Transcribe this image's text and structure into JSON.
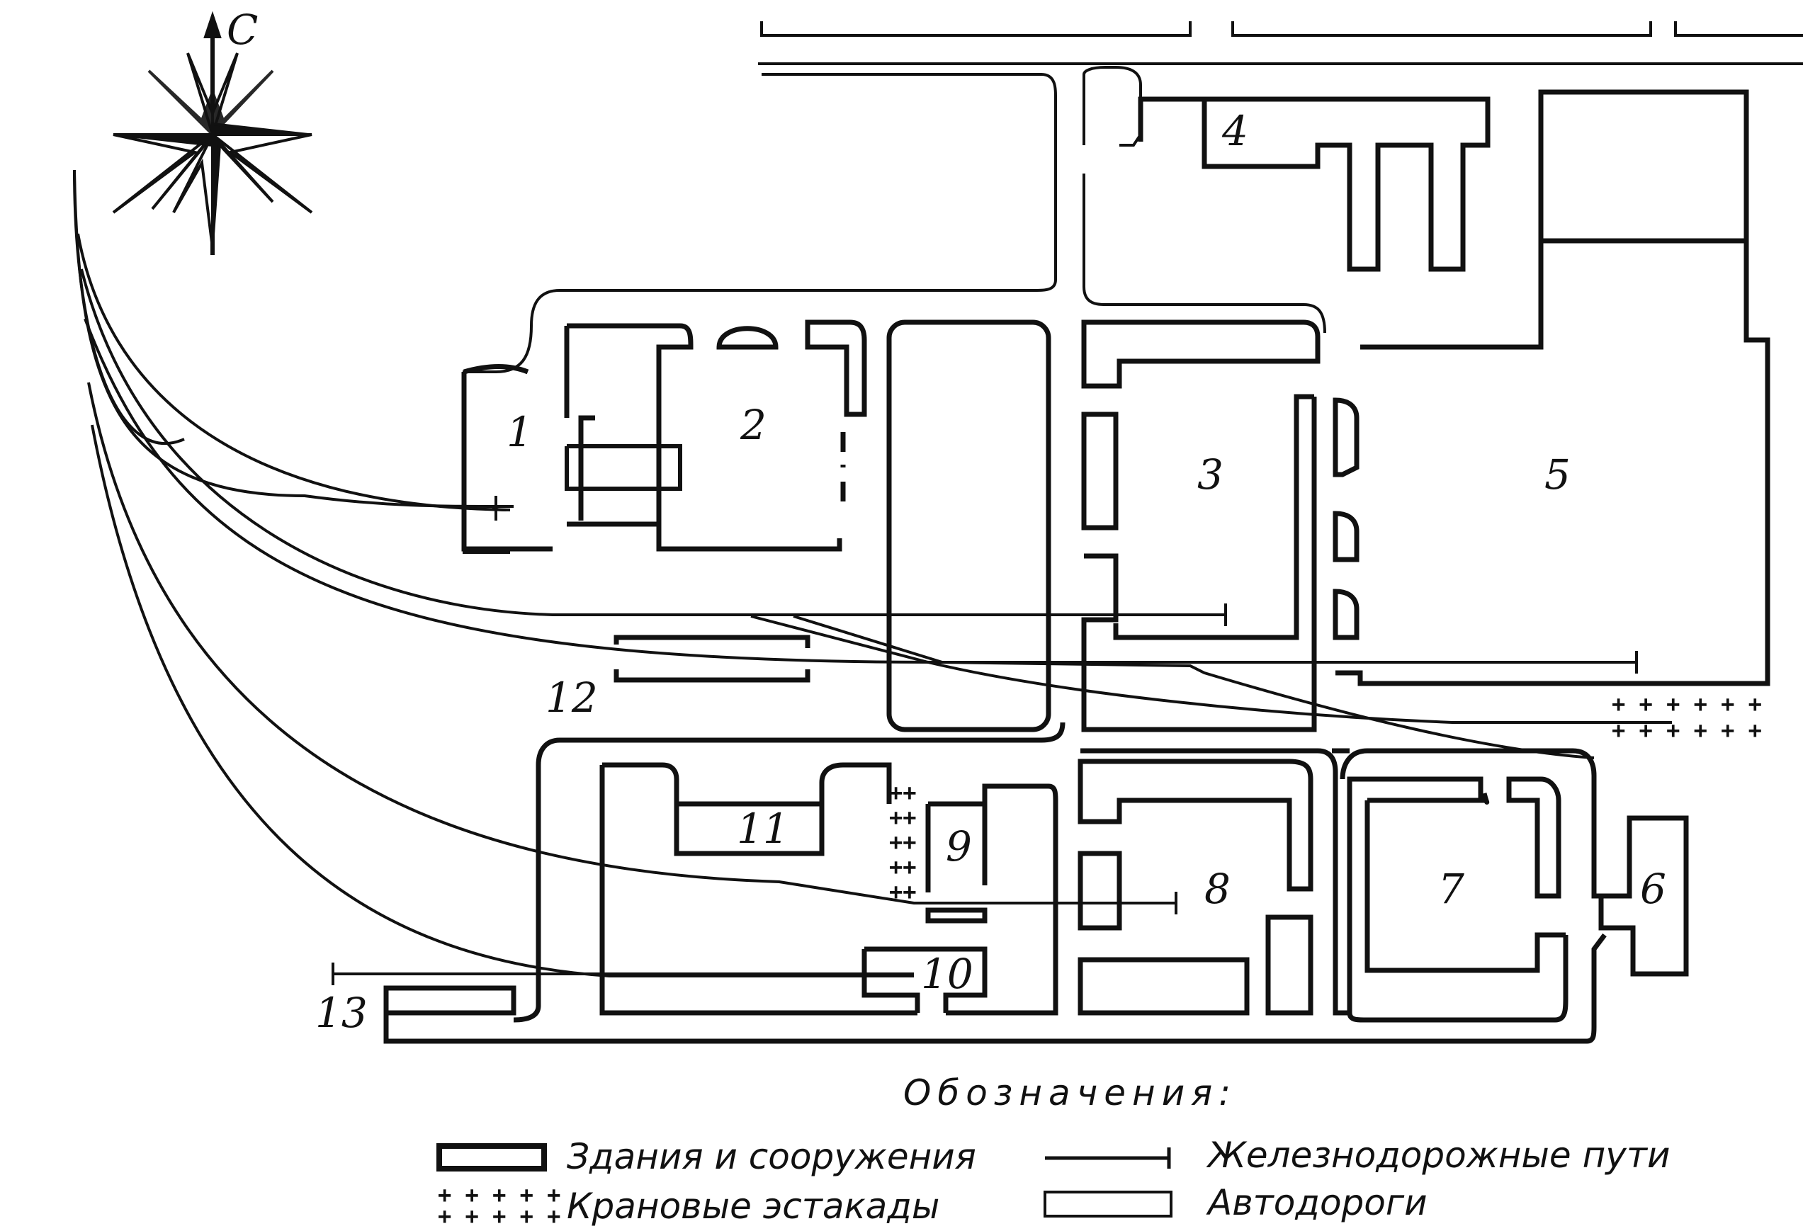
{
  "compass": {
    "north_label": "С",
    "icon": "compass-rose-icon"
  },
  "buildings": [
    {
      "id": "1",
      "label": "1"
    },
    {
      "id": "2",
      "label": "2"
    },
    {
      "id": "3",
      "label": "3"
    },
    {
      "id": "4",
      "label": "4"
    },
    {
      "id": "5",
      "label": "5"
    },
    {
      "id": "6",
      "label": "6"
    },
    {
      "id": "7",
      "label": "7"
    },
    {
      "id": "8",
      "label": "8"
    },
    {
      "id": "9",
      "label": "9"
    },
    {
      "id": "10",
      "label": "10"
    },
    {
      "id": "11",
      "label": "11"
    },
    {
      "id": "12",
      "label": "12"
    },
    {
      "id": "13",
      "label": "13"
    }
  ],
  "legend": {
    "title": "Обозначения:",
    "items": [
      {
        "key": "buildings",
        "label": "Здания и сооружения"
      },
      {
        "key": "cranes",
        "label": "Крановые эстакады"
      },
      {
        "key": "railways",
        "label": "Железнодорожные пути"
      },
      {
        "key": "roads",
        "label": "Автодороги"
      }
    ]
  },
  "crane_symbol": "+"
}
